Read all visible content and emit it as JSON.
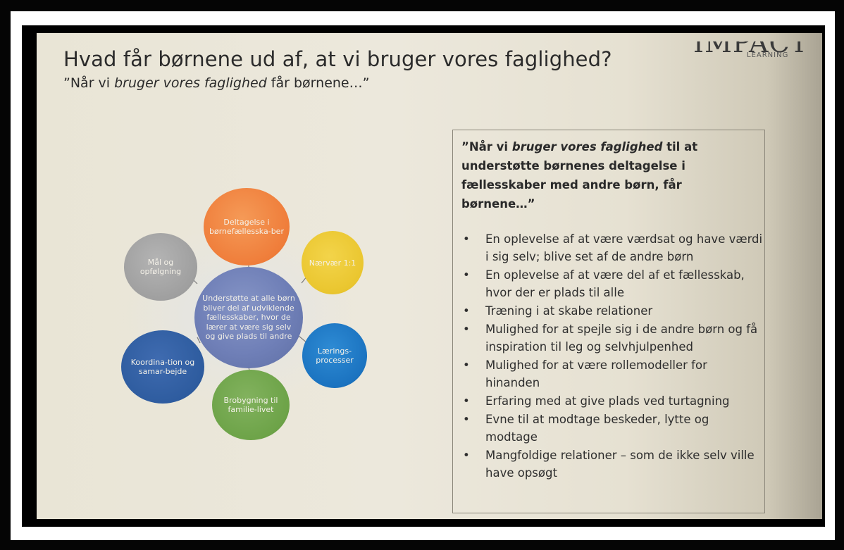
{
  "slide": {
    "title": "Hvad får børnene ud af, at vi bruger vores faglighed?",
    "subtitle_prefix": "”Når vi ",
    "subtitle_emph": "bruger vores faglighed",
    "subtitle_suffix": " får børnene…”"
  },
  "logo": {
    "main": "IMPACT",
    "sub": "LEARNING"
  },
  "diagram": {
    "center": "Understøtte at alle børn bliver del af udviklende fællesskaber, hvor de lærer at være sig selv og give plads til andre",
    "top": "Deltagelse i børnefællesska-ber",
    "right": "Nærvær 1:1",
    "lower_right": "Lærings-processer",
    "bottom": "Brobygning til familie-livet",
    "lower_left": "Koordina-tion og samar-bejde",
    "left": "Mål og opfølgning",
    "colors": {
      "center": "#6f7fb7",
      "top": "#ef7d3a",
      "right": "#eac62f",
      "lower_right": "#1b73c0",
      "bottom": "#6da348",
      "lower_left": "#2e5c9f",
      "left": "#9f9f9f"
    }
  },
  "box": {
    "heading_prefix": "”Når vi ",
    "heading_emph": "bruger vores faglighed",
    "heading_suffix": " til at understøtte børnenes deltagelse i fællesskaber med andre børn, får børnene…”",
    "bullets": [
      "En oplevelse af at være værdsat og have værdi i sig selv; blive set af de andre børn",
      "En oplevelse af at være del af et fællesskab, hvor der er plads til alle",
      "Træning i at skabe relationer",
      "Mulighed for at spejle sig i de andre børn og få inspiration til leg og selvhjulpenhed",
      "Mulighed for at være rollemodeller for hinanden",
      "Erfaring med at give plads ved turtagning",
      "Evne til at modtage beskeder, lytte og modtage",
      "Mangfoldige relationer – som de ikke selv ville have opsøgt"
    ]
  }
}
